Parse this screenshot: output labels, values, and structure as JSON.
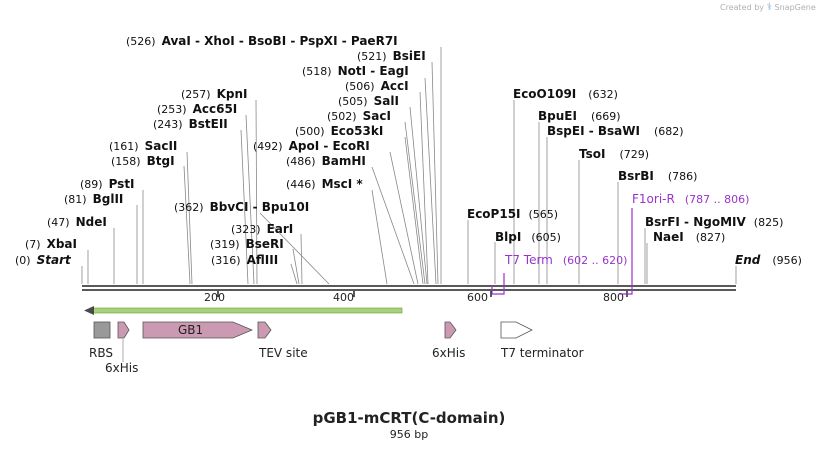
{
  "branding": {
    "created_by": "Created by",
    "product": "SnapGene"
  },
  "plasmid": {
    "name": "pGB1-mCRT(C-domain)",
    "length_label": "956 bp",
    "length": 956
  },
  "ruler": {
    "ticks": [
      "200",
      "400",
      "600",
      "800"
    ]
  },
  "colors": {
    "backbone": "#222222",
    "site_label": "#111111",
    "primer": "#9933cc",
    "terminator_feature": "#aa44cc",
    "cds_pink": "#cc99b3",
    "rbs_gray": "#999999",
    "primer_arrow_fill": "#a6d27a"
  },
  "sites": [
    {
      "pos": "(0)",
      "name": "Start",
      "italic": true
    },
    {
      "pos": "(7)",
      "name": "XbaI"
    },
    {
      "pos": "(47)",
      "name": "NdeI"
    },
    {
      "pos": "(81)",
      "name": "BglII"
    },
    {
      "pos": "(89)",
      "name": "PstI"
    },
    {
      "pos": "(158)",
      "name": "BtgI"
    },
    {
      "pos": "(161)",
      "name": "SacII"
    },
    {
      "pos": "(243)",
      "name": "BstEII"
    },
    {
      "pos": "(253)",
      "name": "Acc65I"
    },
    {
      "pos": "(257)",
      "name": "KpnI"
    },
    {
      "pos": "(316)",
      "name": "AflIII"
    },
    {
      "pos": "(319)",
      "name": "BseRI"
    },
    {
      "pos": "(323)",
      "name": "EarI"
    },
    {
      "pos": "(362)",
      "name": "BbvCI  -  Bpu10I"
    },
    {
      "pos": "(446)",
      "name": "MscI *"
    },
    {
      "pos": "(486)",
      "name": "BamHI"
    },
    {
      "pos": "(492)",
      "name": "ApoI  -  EcoRI"
    },
    {
      "pos": "(500)",
      "name": "Eco53kI"
    },
    {
      "pos": "(502)",
      "name": "SacI"
    },
    {
      "pos": "(505)",
      "name": "SalI"
    },
    {
      "pos": "(506)",
      "name": "AccI"
    },
    {
      "pos": "(518)",
      "name": "NotI  -  EagI"
    },
    {
      "pos": "(521)",
      "name": "BsiEI"
    },
    {
      "pos": "(526)",
      "name": "AvaI  -  XhoI  -  BsoBI  -  PspXI  -  PaeR7I"
    },
    {
      "pos": "(565)",
      "name": "EcoP15I"
    },
    {
      "pos": "(605)",
      "name": "BlpI"
    },
    {
      "pos": "(632)",
      "name": "EcoO109I"
    },
    {
      "pos": "(669)",
      "name": "BpuEI"
    },
    {
      "pos": "(682)",
      "name": "BspEI  -  BsaWI"
    },
    {
      "pos": "(729)",
      "name": "TsoI"
    },
    {
      "pos": "(786)",
      "name": "BsrBI"
    },
    {
      "pos": "(825)",
      "name": "BsrFI  -  NgoMIV"
    },
    {
      "pos": "(827)",
      "name": "NaeI"
    },
    {
      "pos": "(956)",
      "name": "End",
      "italic": true
    }
  ],
  "primers": [
    {
      "name": "T7 Term",
      "range": "(602 .. 620)"
    },
    {
      "name": "F1ori-R",
      "range": "(787 .. 806)"
    }
  ],
  "features": [
    {
      "name": "RBS",
      "kind": "rbs"
    },
    {
      "name": "6xHis",
      "kind": "cds"
    },
    {
      "name": "GB1",
      "kind": "cds"
    },
    {
      "name": "TEV site",
      "kind": "cds"
    },
    {
      "name": "6xHis",
      "kind": "cds"
    },
    {
      "name": "T7 terminator",
      "kind": "terminator"
    }
  ]
}
